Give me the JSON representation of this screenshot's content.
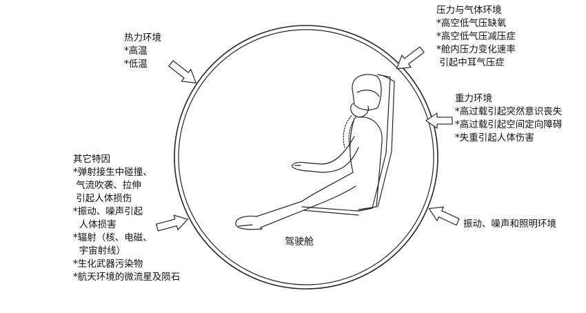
{
  "cockpit_label": "驾驶舱",
  "thermal": {
    "title": "热力环境",
    "items": [
      "*高温",
      "*低温"
    ]
  },
  "pressure": {
    "title": "压力与气体环境",
    "items": [
      "*高空低气压缺氧",
      "*高空低气压减压症",
      "*舱内压力变化速率",
      " 引起中耳气压症"
    ]
  },
  "gravity": {
    "title": "重力环境",
    "items": [
      "*高过载引起突然意识丧失",
      "*高过载引起空间定向障碍",
      "*失重引起人体伤害"
    ]
  },
  "vibration": {
    "title": "振动、噪声和照明环境"
  },
  "other": {
    "title": "其它特因",
    "items": [
      "*弹射接生中碰撞、",
      " 气流吹袭、拉伸",
      " 引起人体损伤",
      "*振动、噪声引起",
      "  人体损害",
      "*辐射（核、电磁、",
      "  宇宙射线）",
      "*生化武器污染物",
      "*航天环境的微流星及陨石"
    ]
  }
}
